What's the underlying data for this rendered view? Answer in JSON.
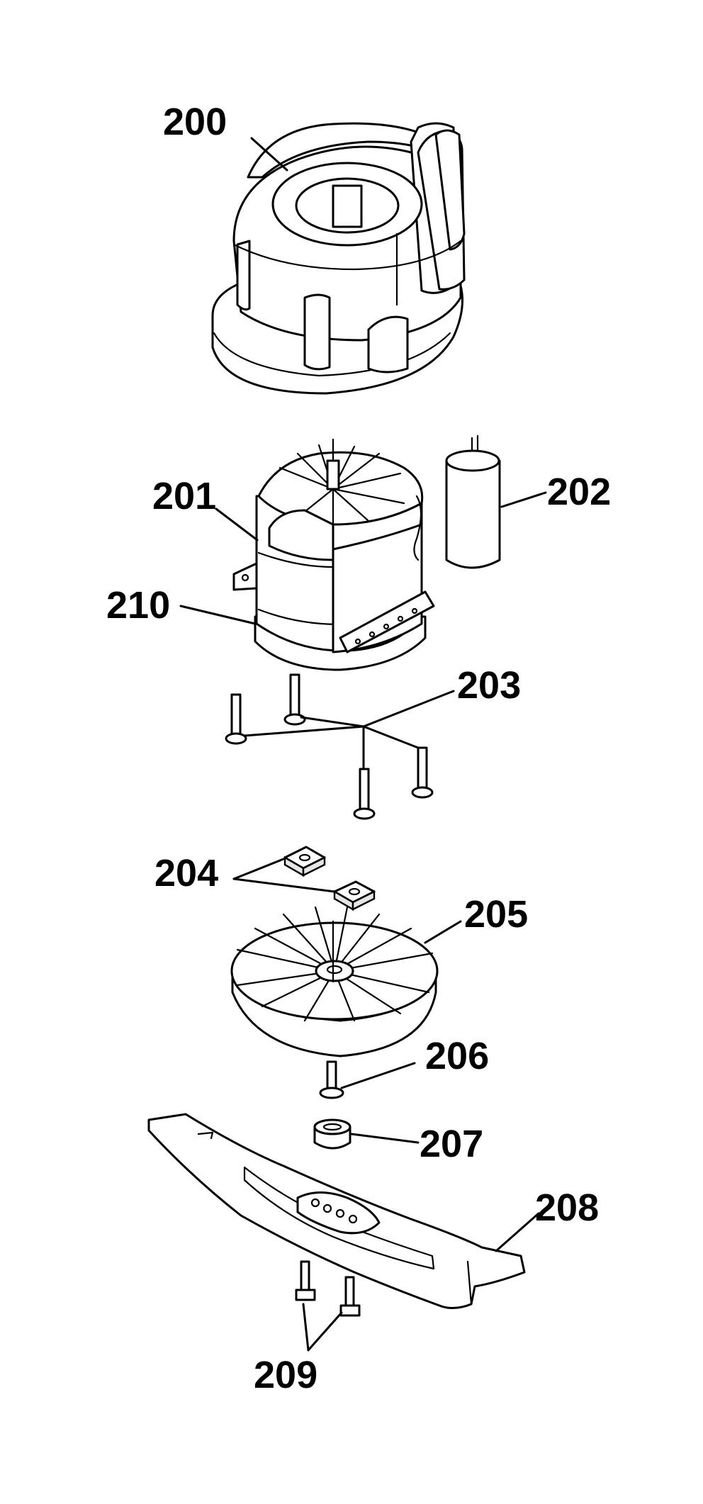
{
  "diagram": {
    "labels": {
      "p200": "200",
      "p201": "201",
      "p202": "202",
      "p203": "203",
      "p204": "204",
      "p205": "205",
      "p206": "206",
      "p207": "207",
      "p208": "208",
      "p209": "209",
      "p210": "210"
    }
  }
}
